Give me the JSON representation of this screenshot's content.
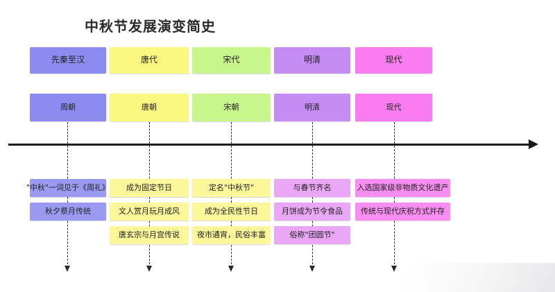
{
  "page": {
    "title": "中秋节发展演变简史",
    "background_color": "#ffffff"
  },
  "timeline": {
    "axis": {
      "direction": "left-to-right",
      "arrow": "right-arrow-icon"
    },
    "column_colors": [
      "#8c8cf0",
      "#fbf781",
      "#c8f58c",
      "#c68cf5",
      "#f97cf0"
    ],
    "columns": [
      {
        "era": "先秦至汉",
        "dynasty": "周朝",
        "items": [
          "\"中秋\"一词见于《周礼》",
          "秋夕祭月传统"
        ]
      },
      {
        "era": "唐代",
        "dynasty": "唐朝",
        "items": [
          "成为固定节日",
          "文人赏月玩月成风",
          "唐玄宗与月宫传说"
        ]
      },
      {
        "era": "宋代",
        "dynasty": "宋朝",
        "items": [
          "定名\"中秋节\"",
          "成为全民性节日",
          "夜市通宵，民俗丰富"
        ]
      },
      {
        "era": "明清",
        "dynasty": "明清",
        "items": [
          "与春节齐名",
          "月饼成为节令食品",
          "俗称\"团圆节\""
        ]
      },
      {
        "era": "现代",
        "dynasty": "现代",
        "items": [
          "入选国家级非物质文化遗产",
          "传统与现代庆祝方式并存"
        ]
      }
    ]
  }
}
